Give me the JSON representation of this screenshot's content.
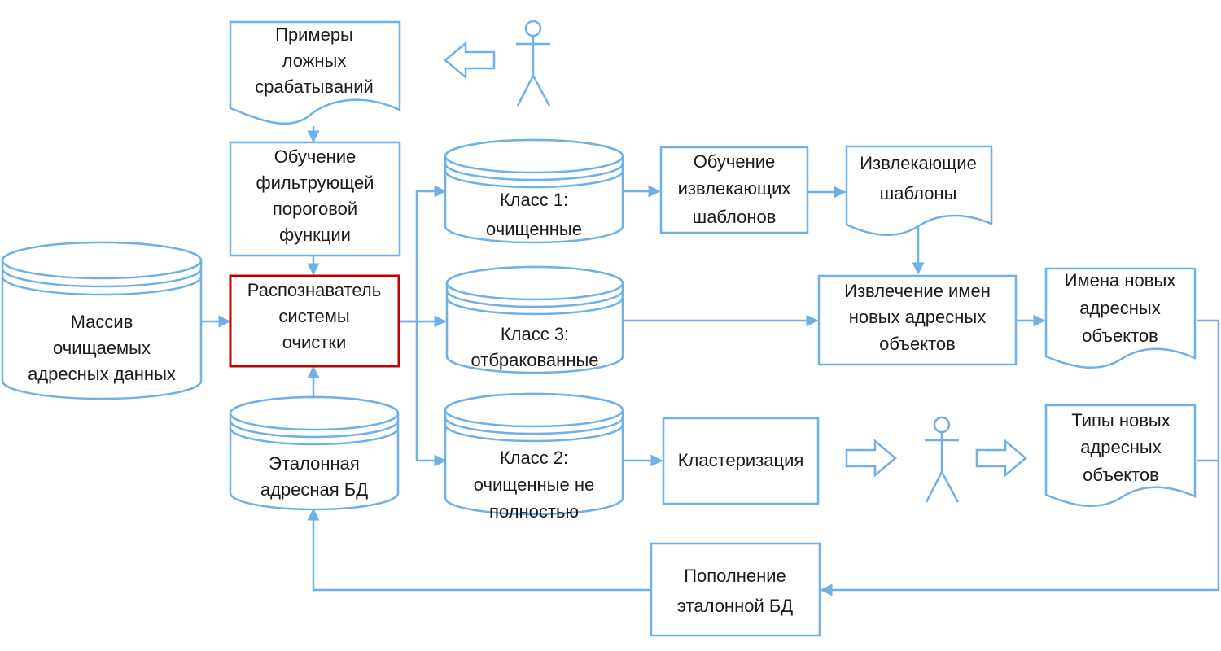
{
  "diagram": {
    "colors": {
      "stroke": "#6fb0e6",
      "highlight": "#c00000",
      "text": "#1a1a1a",
      "background": "#ffffff"
    },
    "nodes": {
      "false_examples": {
        "shape": "document",
        "lines": [
          "Примеры",
          "ложных",
          "срабатываний"
        ]
      },
      "train_filter": {
        "shape": "process",
        "lines": [
          "Обучение",
          "фильтрующей",
          "пороговой",
          "функции"
        ]
      },
      "input_data": {
        "shape": "database",
        "lines": [
          "Массив",
          "очищаемых",
          "адресных данных"
        ]
      },
      "recognizer": {
        "shape": "process",
        "highlighted": true,
        "lines": [
          "Распознаватель",
          "системы",
          "очистки"
        ]
      },
      "reference_db": {
        "shape": "database",
        "lines": [
          "Эталонная",
          "адресная БД"
        ]
      },
      "class1": {
        "shape": "database",
        "lines": [
          "Класс 1:",
          "очищенные"
        ]
      },
      "class3": {
        "shape": "database",
        "lines": [
          "Класс 3:",
          "отбракованные"
        ]
      },
      "class2": {
        "shape": "database",
        "lines": [
          "Класс 2:",
          "очищенные не",
          "полностью"
        ]
      },
      "train_templates": {
        "shape": "process",
        "lines": [
          "Обучение",
          "извлекающих",
          "шаблонов"
        ]
      },
      "templates": {
        "shape": "document",
        "lines": [
          "Извлекающие",
          "шаблоны"
        ]
      },
      "extract_names": {
        "shape": "process",
        "lines": [
          "Извлечение имен",
          "новых адресных",
          "объектов"
        ]
      },
      "clustering": {
        "shape": "process",
        "lines": [
          "Кластеризация"
        ]
      },
      "new_names": {
        "shape": "document",
        "lines": [
          "Имена новых",
          "адресных",
          "объектов"
        ]
      },
      "new_types": {
        "shape": "document",
        "lines": [
          "Типы новых",
          "адресных",
          "объектов"
        ]
      },
      "update_db": {
        "shape": "process",
        "lines": [
          "Пополнение",
          "эталонной БД"
        ]
      }
    },
    "actors": [
      "expert-top",
      "expert-middle"
    ]
  }
}
